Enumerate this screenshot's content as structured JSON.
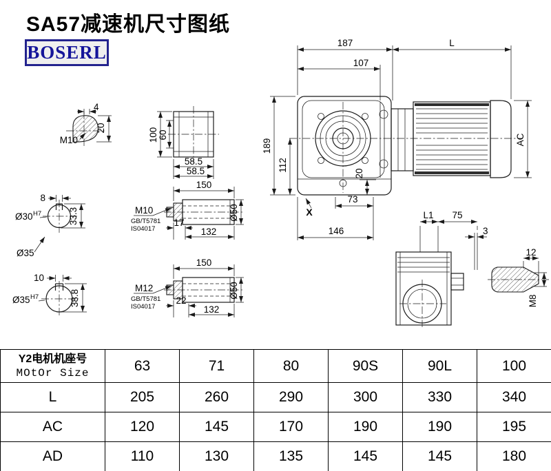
{
  "page": {
    "title": "SA57减速机尺寸图纸",
    "logo_text": "BOSERL"
  },
  "drawing": {
    "main_view": {
      "dim_187": "187",
      "dim_L": "L",
      "dim_107": "107",
      "dim_189": "189",
      "dim_112": "112",
      "dim_20": "20",
      "dim_73": "73",
      "dim_146": "146",
      "label_X": "X",
      "dim_AC": "AC"
    },
    "side_view": {
      "dim_L1": "L1",
      "dim_75": "75",
      "dim_3": "3"
    },
    "shaft_end_right": {
      "dim_12": "12",
      "thread": "M8"
    },
    "detail_key_end": {
      "dim_4": "4",
      "dim_20": "20",
      "thread": "M10"
    },
    "detail_flange": {
      "dim_100": "100",
      "dim_60": "60",
      "dim_58_5_top": "58.5",
      "dim_58_5_bottom": "58.5"
    },
    "detail_bore_30": {
      "dim_8": "8",
      "bore": "Ø30",
      "tolerance": "H7",
      "dim_33_3": "33.3",
      "label_d35": "Ø35"
    },
    "detail_shaft_1": {
      "dim_150": "150",
      "thread": "M10",
      "std_line1": "GB/T5781",
      "std_line2": "IS04017",
      "dim_17": "17",
      "dim_132": "132",
      "dim_d50": "Ø50"
    },
    "detail_bore_35": {
      "dim_10": "10",
      "bore": "Ø35",
      "tolerance": "H7",
      "dim_38_8": "38.8"
    },
    "detail_shaft_2": {
      "dim_150": "150",
      "thread": "M12",
      "std_line1": "GB/T5781",
      "std_line2": "IS04017",
      "dim_22": "22",
      "dim_132": "132",
      "dim_d50": "Ø50"
    }
  },
  "table": {
    "header": {
      "label_line1": "Y2电机机座号",
      "label_line2": "MOtOr Size",
      "sizes": [
        "63",
        "71",
        "80",
        "90S",
        "90L",
        "100"
      ]
    },
    "rows": [
      {
        "label": "L",
        "values": [
          "205",
          "260",
          "290",
          "300",
          "330",
          "340"
        ]
      },
      {
        "label": "AC",
        "values": [
          "120",
          "145",
          "170",
          "190",
          "190",
          "195"
        ]
      },
      {
        "label": "AD",
        "values": [
          "110",
          "130",
          "135",
          "145",
          "145",
          "180"
        ]
      }
    ]
  }
}
